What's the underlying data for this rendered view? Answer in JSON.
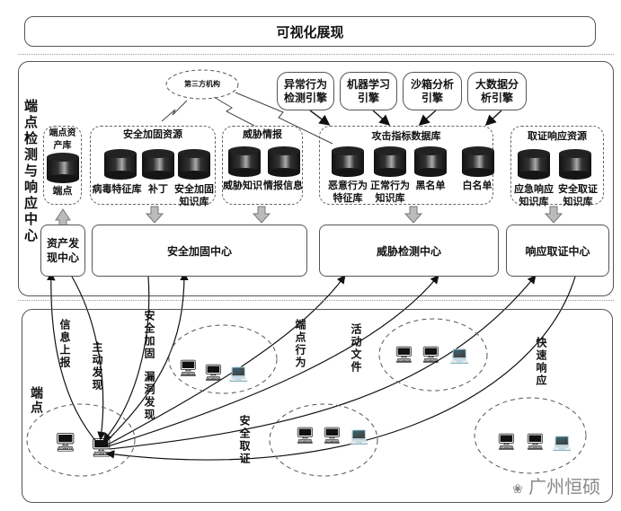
{
  "top_bar": {
    "title": "可视化展现"
  },
  "edr_panel": {
    "side_label": "端点检测与响应中心",
    "third_party": "第三方机构",
    "engines": [
      {
        "label": "异常行为\n检测引擎"
      },
      {
        "label": "机器学习\n引擎"
      },
      {
        "label": "沙箱分析\n引擎"
      },
      {
        "label": "大数据分\n析引擎"
      }
    ],
    "resource_groups": [
      {
        "title": "端点资\n产库",
        "items": [
          "端点"
        ]
      },
      {
        "title": "安全加固资源",
        "items": [
          "病毒特征库",
          "补丁",
          "安全加固\n知识库"
        ]
      },
      {
        "title": "威胁情报",
        "items": [
          "威胁知识",
          "情报信息"
        ]
      },
      {
        "title": "攻击指标数据库",
        "items": [
          "恶意行为\n特征库",
          "正常行为\n知识库",
          "黑名单",
          "白名单"
        ]
      },
      {
        "title": "取证响应资源",
        "items": [
          "应急响应\n知识库",
          "安全取证\n知识库"
        ]
      }
    ],
    "centers": [
      {
        "label": "资产发\n现中心"
      },
      {
        "label": "安全加固中心"
      },
      {
        "label": "威胁检测中心"
      },
      {
        "label": "响应取证中心"
      }
    ]
  },
  "endpoint_panel": {
    "side_label": "端点",
    "flows": [
      {
        "label": "信息上报"
      },
      {
        "label": "主动发现"
      },
      {
        "label": "安全加固"
      },
      {
        "label": "漏洞发现"
      },
      {
        "label": "端点行为"
      },
      {
        "label": "活动文件"
      },
      {
        "label": "安全取证"
      },
      {
        "label": "快速响应"
      }
    ]
  },
  "watermark": {
    "text": "广州恒硕"
  }
}
